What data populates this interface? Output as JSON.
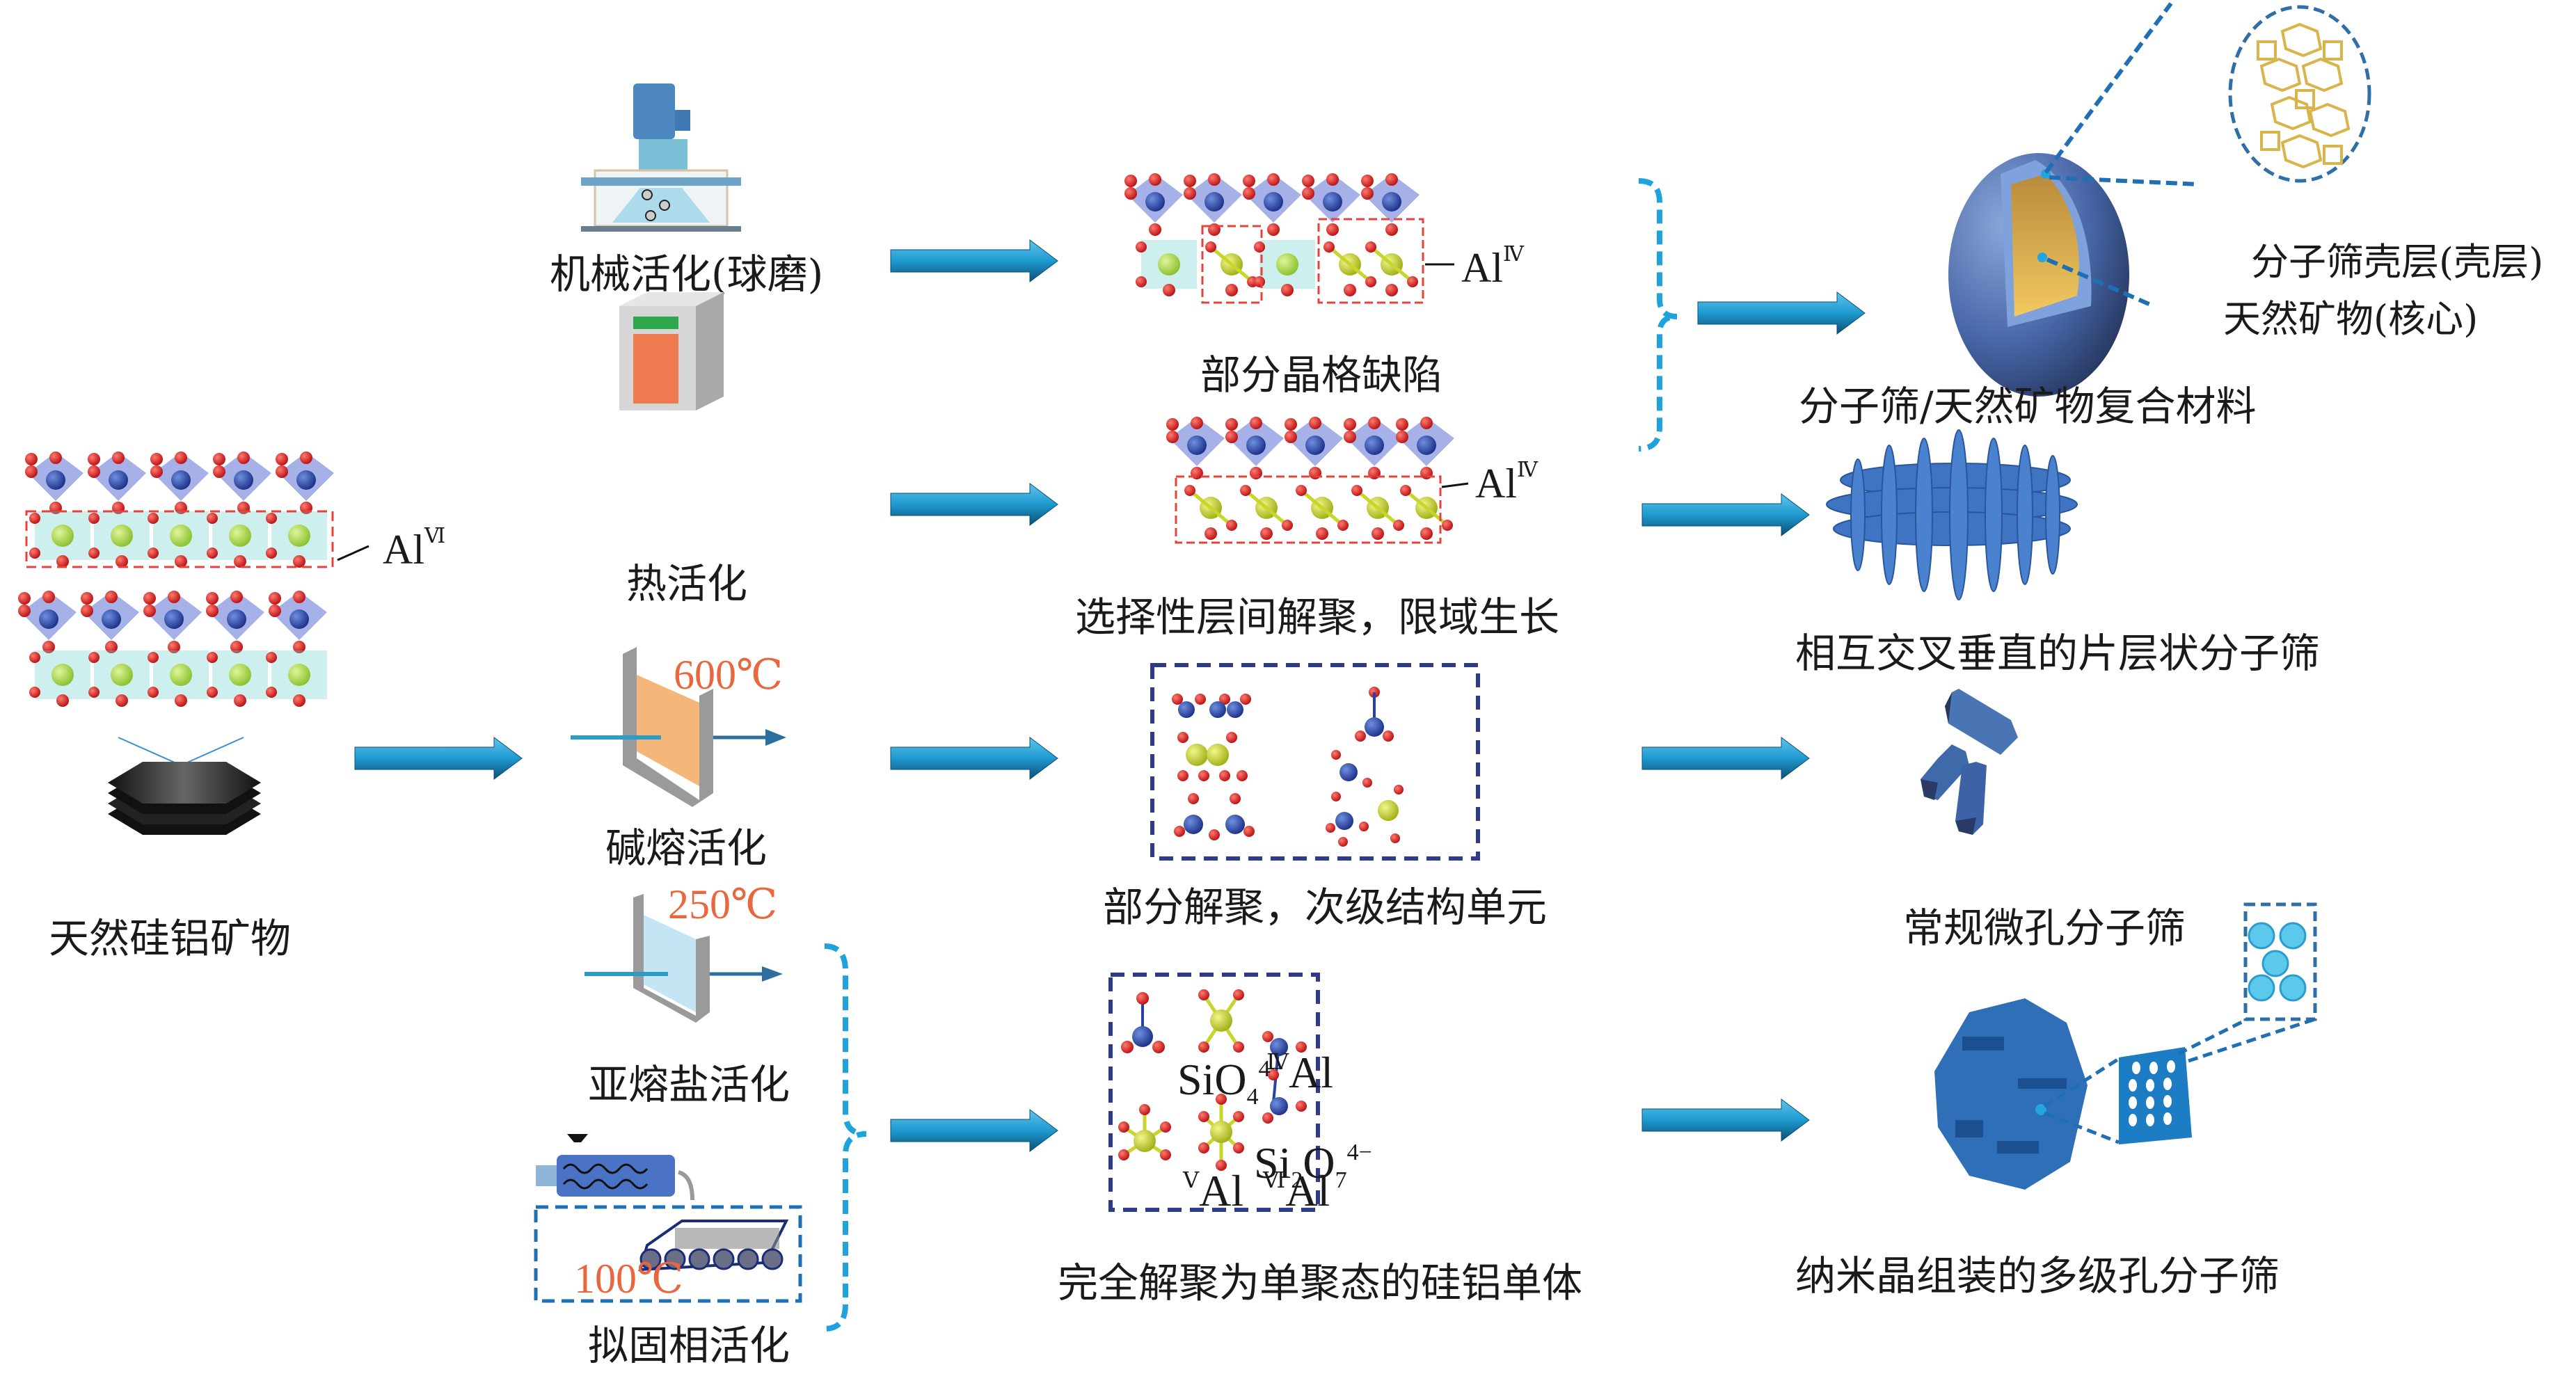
{
  "figure": {
    "source": {
      "label": "天然硅铝矿物",
      "annotation": {
        "base": "Al",
        "superscript": "Ⅵ"
      }
    },
    "activation_methods": [
      {
        "label": "机械活化(球磨)",
        "icon": "ball-mill-icon"
      },
      {
        "label": "热活化",
        "icon": "furnace-icon"
      },
      {
        "label": "碱熔活化",
        "icon": "molten-bath-icon",
        "temperature": "600℃"
      },
      {
        "label": "亚熔盐活化",
        "icon": "sub-molten-bath-icon",
        "temperature": "250℃"
      },
      {
        "label": "拟固相活化",
        "icon": "extruder-conveyor-icon",
        "temperature": "100℃"
      }
    ],
    "intermediate_states": [
      {
        "label": "部分晶格缺陷",
        "annotation": {
          "base": "Al",
          "superscript": "Ⅳ"
        }
      },
      {
        "label": "选择性层间解聚，限域生长",
        "annotation": {
          "base": "Al",
          "superscript": "Ⅳ"
        }
      },
      {
        "label": "部分解聚，次级结构单元"
      },
      {
        "label": "完全解聚为单聚态的硅铝单体",
        "species": [
          {
            "base": "SiO",
            "sub": "4",
            "sup": "4−"
          },
          {
            "pre": "Ⅳ",
            "base": "Al"
          },
          {
            "pre": "Ⅴ",
            "base": "Al"
          },
          {
            "pre": "Ⅵ",
            "base": "Al"
          },
          {
            "base": "Si",
            "sub": "2",
            "base2": "O",
            "sub2": "7",
            "sup": "4−"
          }
        ]
      }
    ],
    "products": [
      {
        "label": "分子筛/天然矿物复合材料",
        "callouts": [
          "分子筛壳层(壳层)",
          "天然矿物(核心)"
        ]
      },
      {
        "label": "相互交叉垂直的片层状分子筛"
      },
      {
        "label": "常规微孔分子筛"
      },
      {
        "label": "纳米晶组装的多级孔分子筛"
      }
    ],
    "colors": {
      "arrow": "#1e9ad0",
      "arrow_dark": "#0b4f75",
      "temperature": "#e8673f",
      "dashed_box": "#2e3a8c",
      "brace": "#1fa3dd",
      "red_box": "#e8403a",
      "oxygen": "#d0191c",
      "silicon": "#2443a8",
      "aluminum": "#c7d62a",
      "zeolite_blue": "#3e6fb5"
    }
  }
}
